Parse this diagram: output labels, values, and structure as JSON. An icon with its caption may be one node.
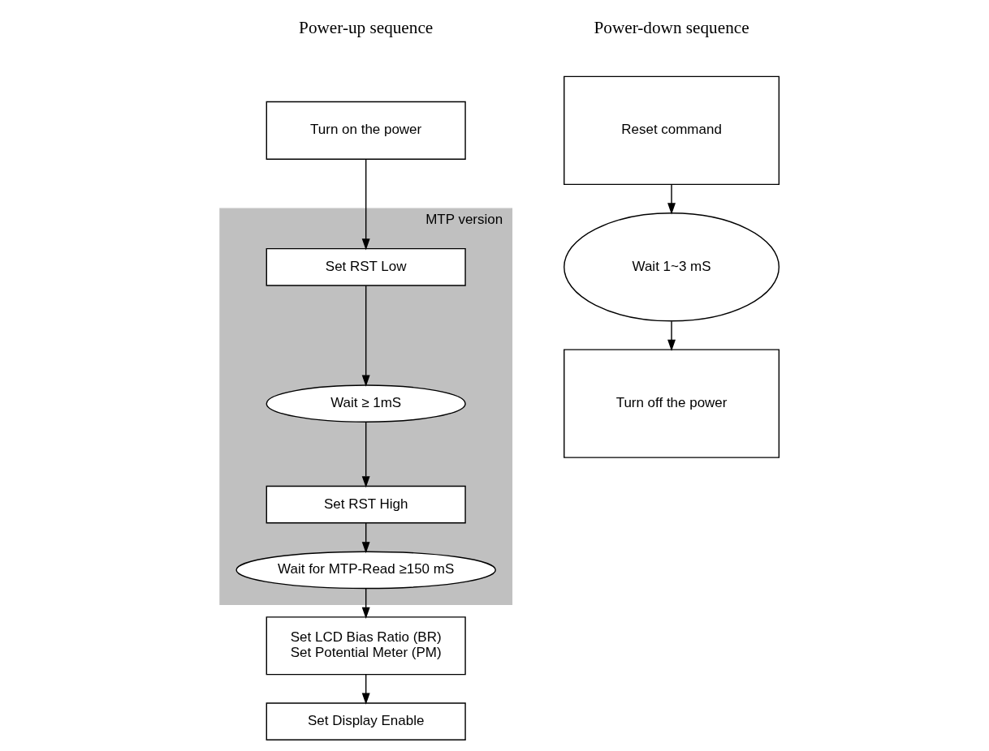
{
  "diagram": {
    "nodes": [
      {
        "text": [
          "Turn on the power"
        ]
      },
      {
        "text": [
          "MTP version"
        ]
      },
      {
        "text": [
          "Set RST Low"
        ],
        "in": 1
      },
      {
        "text": [
          "Wait ≥ 1mS"
        ],
        "in": 1
      },
      {
        "text": [
          "Set RST High"
        ],
        "in": 1
      },
      {
        "text": [
          "Wait for MTP-Read ≥150 mS"
        ],
        "in": 1
      },
      {
        "text": [
          "Set LCD Bias Ratio (BR)",
          "Set Potential Meter (PM)"
        ]
      },
      {
        "text": [
          "Set Display Enable"
        ]
      },
      {
        "text": [
          "Reset command"
        ]
      },
      {
        "text": [
          "Wait 1~3 mS"
        ]
      },
      {
        "text": [
          "Turn off the power"
        ]
      }
    ],
    "edges": [
      {
        "from": 0,
        "to": 2,
        "arrow": "to"
      },
      {
        "from": 2,
        "to": 3,
        "arrow": "to"
      },
      {
        "from": 3,
        "to": 4,
        "arrow": "to"
      },
      {
        "from": 4,
        "to": 5,
        "arrow": "to"
      },
      {
        "from": 5,
        "to": 6,
        "arrow": "to"
      },
      {
        "from": 6,
        "to": 7,
        "arrow": "to"
      },
      {
        "from": 8,
        "to": 9,
        "arrow": "to"
      },
      {
        "from": 9,
        "to": 10,
        "arrow": "to"
      }
    ],
    "labels": [
      "Power-up sequence",
      "Power-down sequence"
    ]
  }
}
